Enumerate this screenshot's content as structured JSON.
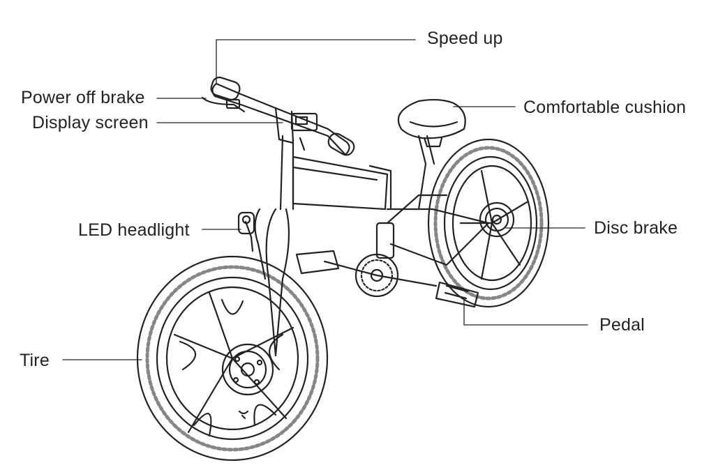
{
  "callouts": {
    "speed_up": "Speed up",
    "power_off_brake": "Power off brake",
    "display_screen": "Display screen",
    "comfortable_cushion": "Comfortable cushion",
    "led_headlight": "LED headlight",
    "disc_brake": "Disc brake",
    "pedal": "Pedal",
    "tire": "Tire"
  },
  "colors": {
    "line": "#222222",
    "background": "#ffffff"
  }
}
